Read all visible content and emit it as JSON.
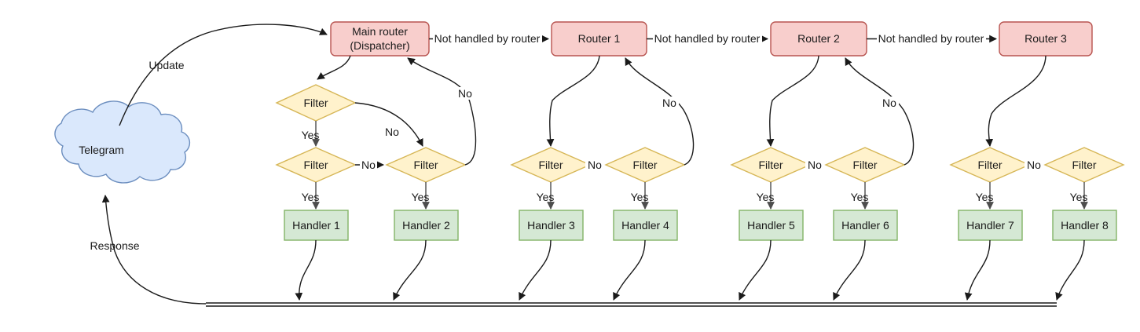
{
  "diagram": {
    "title": "Telegram bot dispatcher routing flow",
    "colors": {
      "router_fill": "#f8cecc",
      "router_stroke": "#b85450",
      "filter_fill": "#fff2cc",
      "filter_stroke": "#d6b656",
      "handler_fill": "#d5e8d4",
      "handler_stroke": "#82b366",
      "cloud_fill": "#dae8fc",
      "cloud_stroke": "#6c8ebf",
      "edge_stroke": "#1a1a1a",
      "background": "#ffffff"
    },
    "source": {
      "label": "Telegram"
    },
    "routers": [
      {
        "id": "main-router",
        "line1": "Main router",
        "line2": "(Dispatcher)"
      },
      {
        "id": "router-1",
        "line1": "Router 1",
        "line2": ""
      },
      {
        "id": "router-2",
        "line1": "Router 2",
        "line2": ""
      },
      {
        "id": "router-3",
        "line1": "Router 3",
        "line2": ""
      }
    ],
    "filters": [
      {
        "id": "filter-main-top",
        "label": "Filter"
      },
      {
        "id": "filter-1",
        "label": "Filter"
      },
      {
        "id": "filter-2",
        "label": "Filter"
      },
      {
        "id": "filter-3",
        "label": "Filter"
      },
      {
        "id": "filter-4",
        "label": "Filter"
      },
      {
        "id": "filter-5",
        "label": "Filter"
      },
      {
        "id": "filter-6",
        "label": "Filter"
      },
      {
        "id": "filter-7",
        "label": "Filter"
      },
      {
        "id": "filter-8",
        "label": "Filter"
      }
    ],
    "handlers": [
      {
        "id": "handler-1",
        "label": "Handler 1"
      },
      {
        "id": "handler-2",
        "label": "Handler 2"
      },
      {
        "id": "handler-3",
        "label": "Handler 3"
      },
      {
        "id": "handler-4",
        "label": "Handler 4"
      },
      {
        "id": "handler-5",
        "label": "Handler 5"
      },
      {
        "id": "handler-6",
        "label": "Handler 6"
      },
      {
        "id": "handler-7",
        "label": "Handler 7"
      },
      {
        "id": "handler-8",
        "label": "Handler 8"
      }
    ],
    "edge_labels": {
      "update": "Update",
      "response": "Response",
      "not_handled_1": "Not handled by router",
      "not_handled_2": "Not handled by router",
      "not_handled_3": "Not handled by router",
      "yes": "Yes",
      "no": "No"
    },
    "yes_labels": [
      "Yes",
      "Yes",
      "Yes",
      "Yes",
      "Yes",
      "Yes",
      "Yes",
      "Yes",
      "Yes"
    ],
    "no_labels": [
      "No",
      "No",
      "No",
      "No",
      "No",
      "No",
      "No",
      "No",
      "No",
      "No",
      "No"
    ]
  }
}
